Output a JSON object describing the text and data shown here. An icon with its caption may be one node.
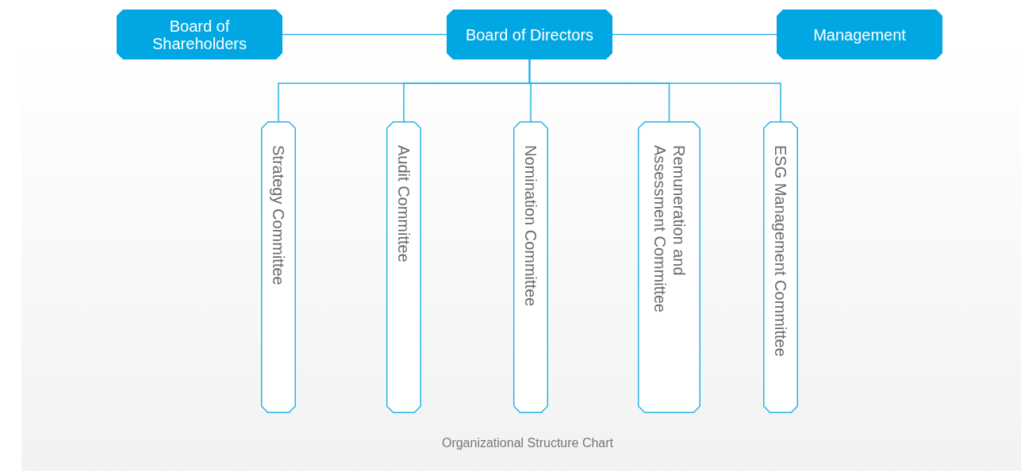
{
  "diagram": {
    "caption": "Organizational Structure Chart",
    "nodes": [
      {
        "text": [
          "Board of Shareholders"
        ]
      },
      {
        "text": [
          "Board of Directors"
        ]
      },
      {
        "text": [
          "Management"
        ]
      },
      {
        "text": [
          "Strategy Committee"
        ]
      },
      {
        "text": [
          "Audit Committee"
        ]
      },
      {
        "text": [
          "Nomination Committee"
        ]
      },
      {
        "text": [
          "Remuneration and Assessment Committee"
        ]
      },
      {
        "text": [
          "ESG Management Committee"
        ]
      }
    ],
    "edges": [
      {
        "from": 0,
        "to": 1,
        "arrow": "none"
      },
      {
        "from": 1,
        "to": 2,
        "arrow": "none"
      },
      {
        "from": 1,
        "to": 3,
        "arrow": "none"
      },
      {
        "from": 1,
        "to": 4,
        "arrow": "none"
      },
      {
        "from": 1,
        "to": 5,
        "arrow": "none"
      },
      {
        "from": 1,
        "to": 6,
        "arrow": "none"
      },
      {
        "from": 1,
        "to": 7,
        "arrow": "none"
      }
    ]
  }
}
